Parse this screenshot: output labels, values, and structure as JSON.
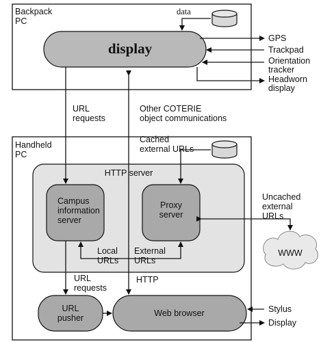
{
  "backpack": {
    "title_line1": "Backpack",
    "title_line2": "PC",
    "display_label": "display",
    "data_label": "data",
    "outputs": {
      "gps": "GPS",
      "trackpad": "Trackpad",
      "orientation_line1": "Orientation",
      "orientation_line2": "tracker",
      "headworn_line1": "Headworn",
      "headworn_line2": "display"
    }
  },
  "links": {
    "url_requests_line1": "URL",
    "url_requests_line2": "requests",
    "other_line1": "Other COTERIE",
    "other_line2": "object communications",
    "cached_line1": "Cached",
    "cached_line2": "external URLs",
    "uncached_line1": "Uncached",
    "uncached_line2": "external",
    "uncached_line3": "URLs",
    "www": "WWW",
    "local_line1": "Local",
    "local_line2": "URLs",
    "external_line1": "External",
    "external_line2": "URLs",
    "url_requests2_line1": "URL",
    "url_requests2_line2": "requests",
    "http": "HTTP"
  },
  "handheld": {
    "title_line1": "Handheld",
    "title_line2": "PC",
    "http_server": "HTTP server",
    "campus_line1": "Campus",
    "campus_line2": "information",
    "campus_line3": "server",
    "proxy_line1": "Proxy",
    "proxy_line2": "server",
    "url_pusher_line1": "URL",
    "url_pusher_line2": "pusher",
    "web_browser": "Web browser",
    "stylus": "Stylus",
    "display_out": "Display"
  }
}
